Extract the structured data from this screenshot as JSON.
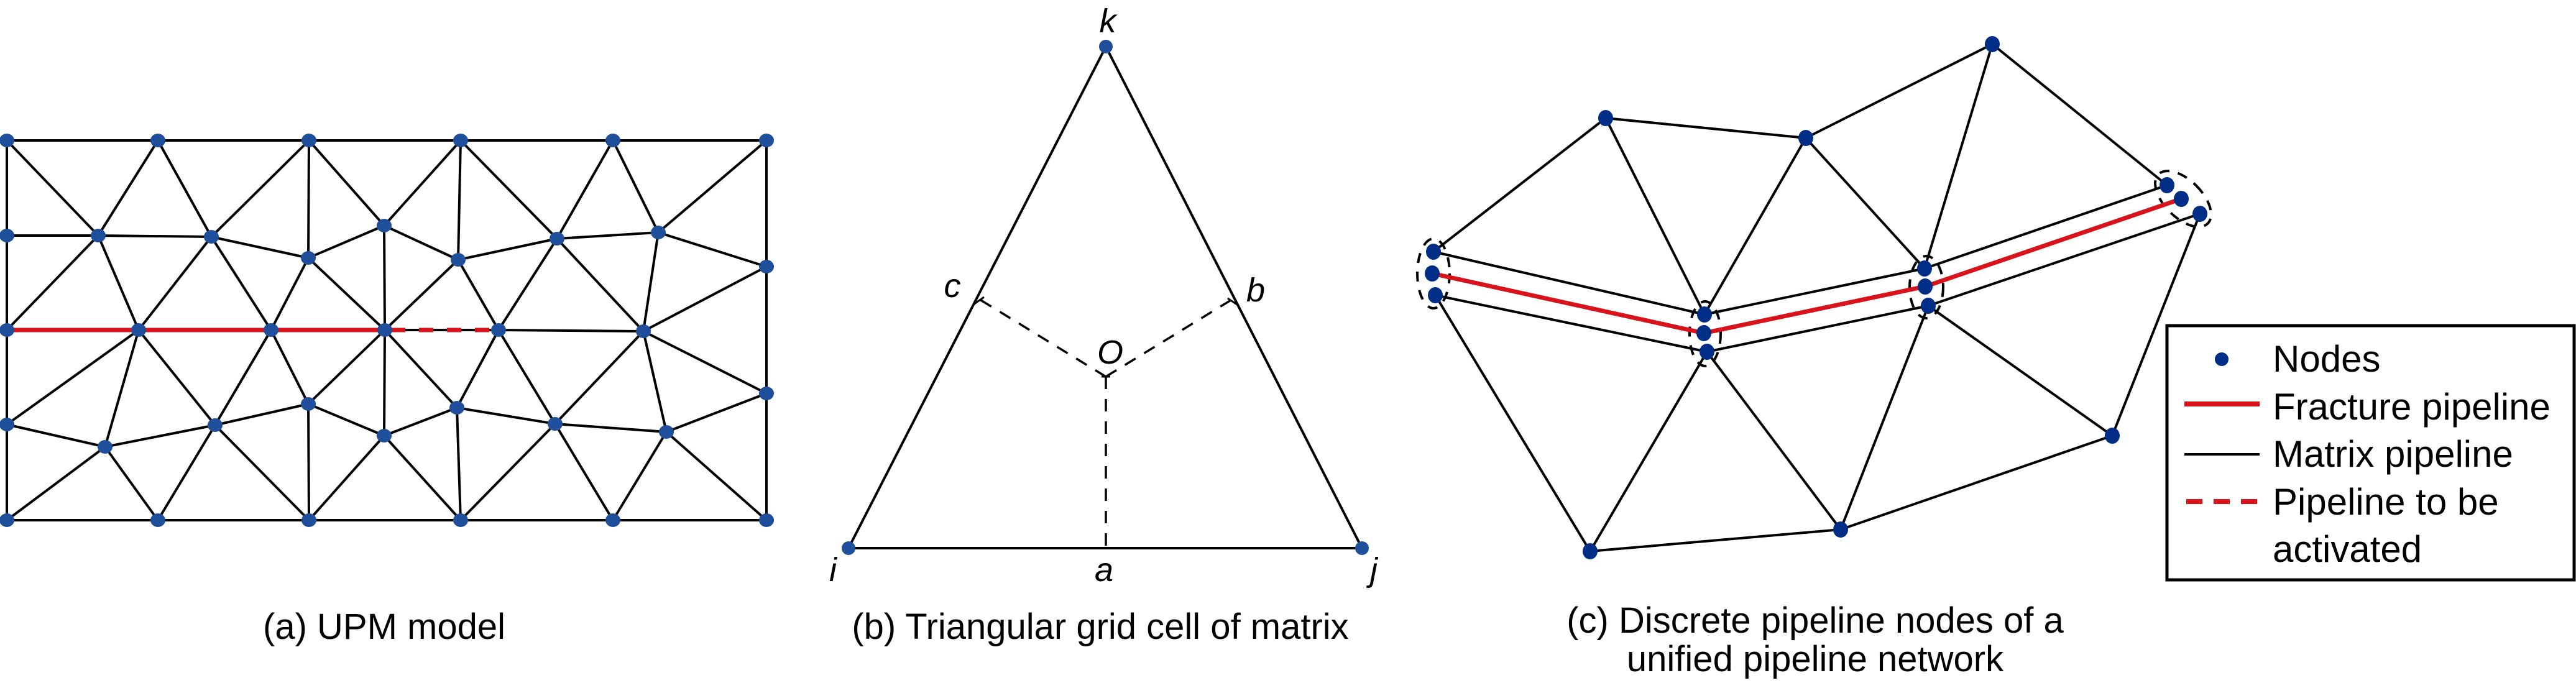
{
  "colors": {
    "node_panel_a": "#1f4e9b",
    "node_panel_c": "#002e87",
    "fracture": "#d7141c",
    "matrix": "#000000"
  },
  "panel_a": {
    "caption": "(a) UPM model",
    "fracture_path": [
      15,
      16,
      17,
      18
    ],
    "to_be_activated": [
      [
        18,
        19
      ]
    ]
  },
  "panel_b": {
    "caption": "(b) Triangular grid cell of matrix",
    "vertex_labels": {
      "i": "i",
      "j": "j",
      "k": "k"
    },
    "midpoint_labels": {
      "a": "a",
      "b": "b",
      "c": "c"
    },
    "center_label": "O"
  },
  "panel_c": {
    "caption_line1": "(c) Discrete pipeline nodes of a",
    "caption_line2": "unified pipeline network"
  },
  "legend": {
    "items": [
      {
        "symbol": "node",
        "label": "Nodes"
      },
      {
        "symbol": "fracture-line",
        "label": "Fracture pipeline"
      },
      {
        "symbol": "matrix-line",
        "label": "Matrix pipeline"
      },
      {
        "symbol": "dashed-line",
        "label_line1": "Pipeline to be",
        "label_line2": "activated"
      }
    ]
  }
}
